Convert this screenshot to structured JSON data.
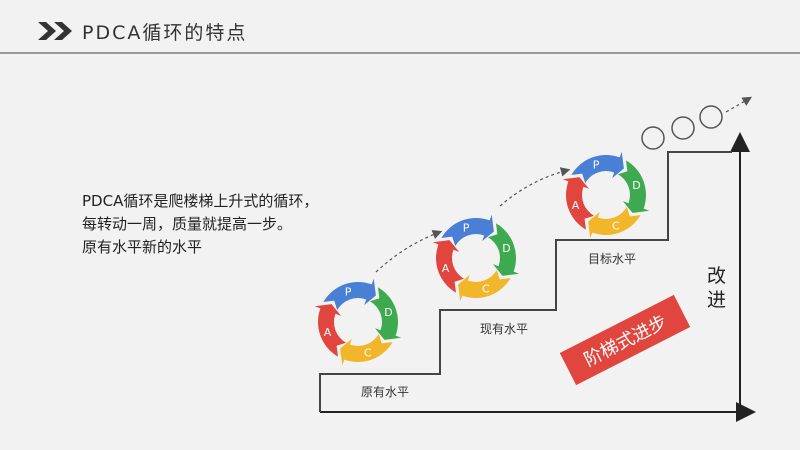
{
  "header": {
    "title": "PDCA循环的特点"
  },
  "description": {
    "lines": [
      "PDCA循环是爬楼梯上升式的循环，",
      "每转动一周，质量就提高一步。",
      "原有水平新的水平"
    ]
  },
  "diagram": {
    "cycle_labels": [
      "P",
      "D",
      "C",
      "A"
    ],
    "levels": [
      "原有水平",
      "现有水平",
      "目标水平"
    ],
    "axis_label": [
      "改",
      "进"
    ],
    "banner": "阶梯式进步",
    "colors": {
      "plan": "#4a7fd6",
      "do": "#3daa4f",
      "check": "#f2b62b",
      "act": "#e0463d",
      "stairs": "#444444",
      "banner": "#e0463d"
    }
  }
}
